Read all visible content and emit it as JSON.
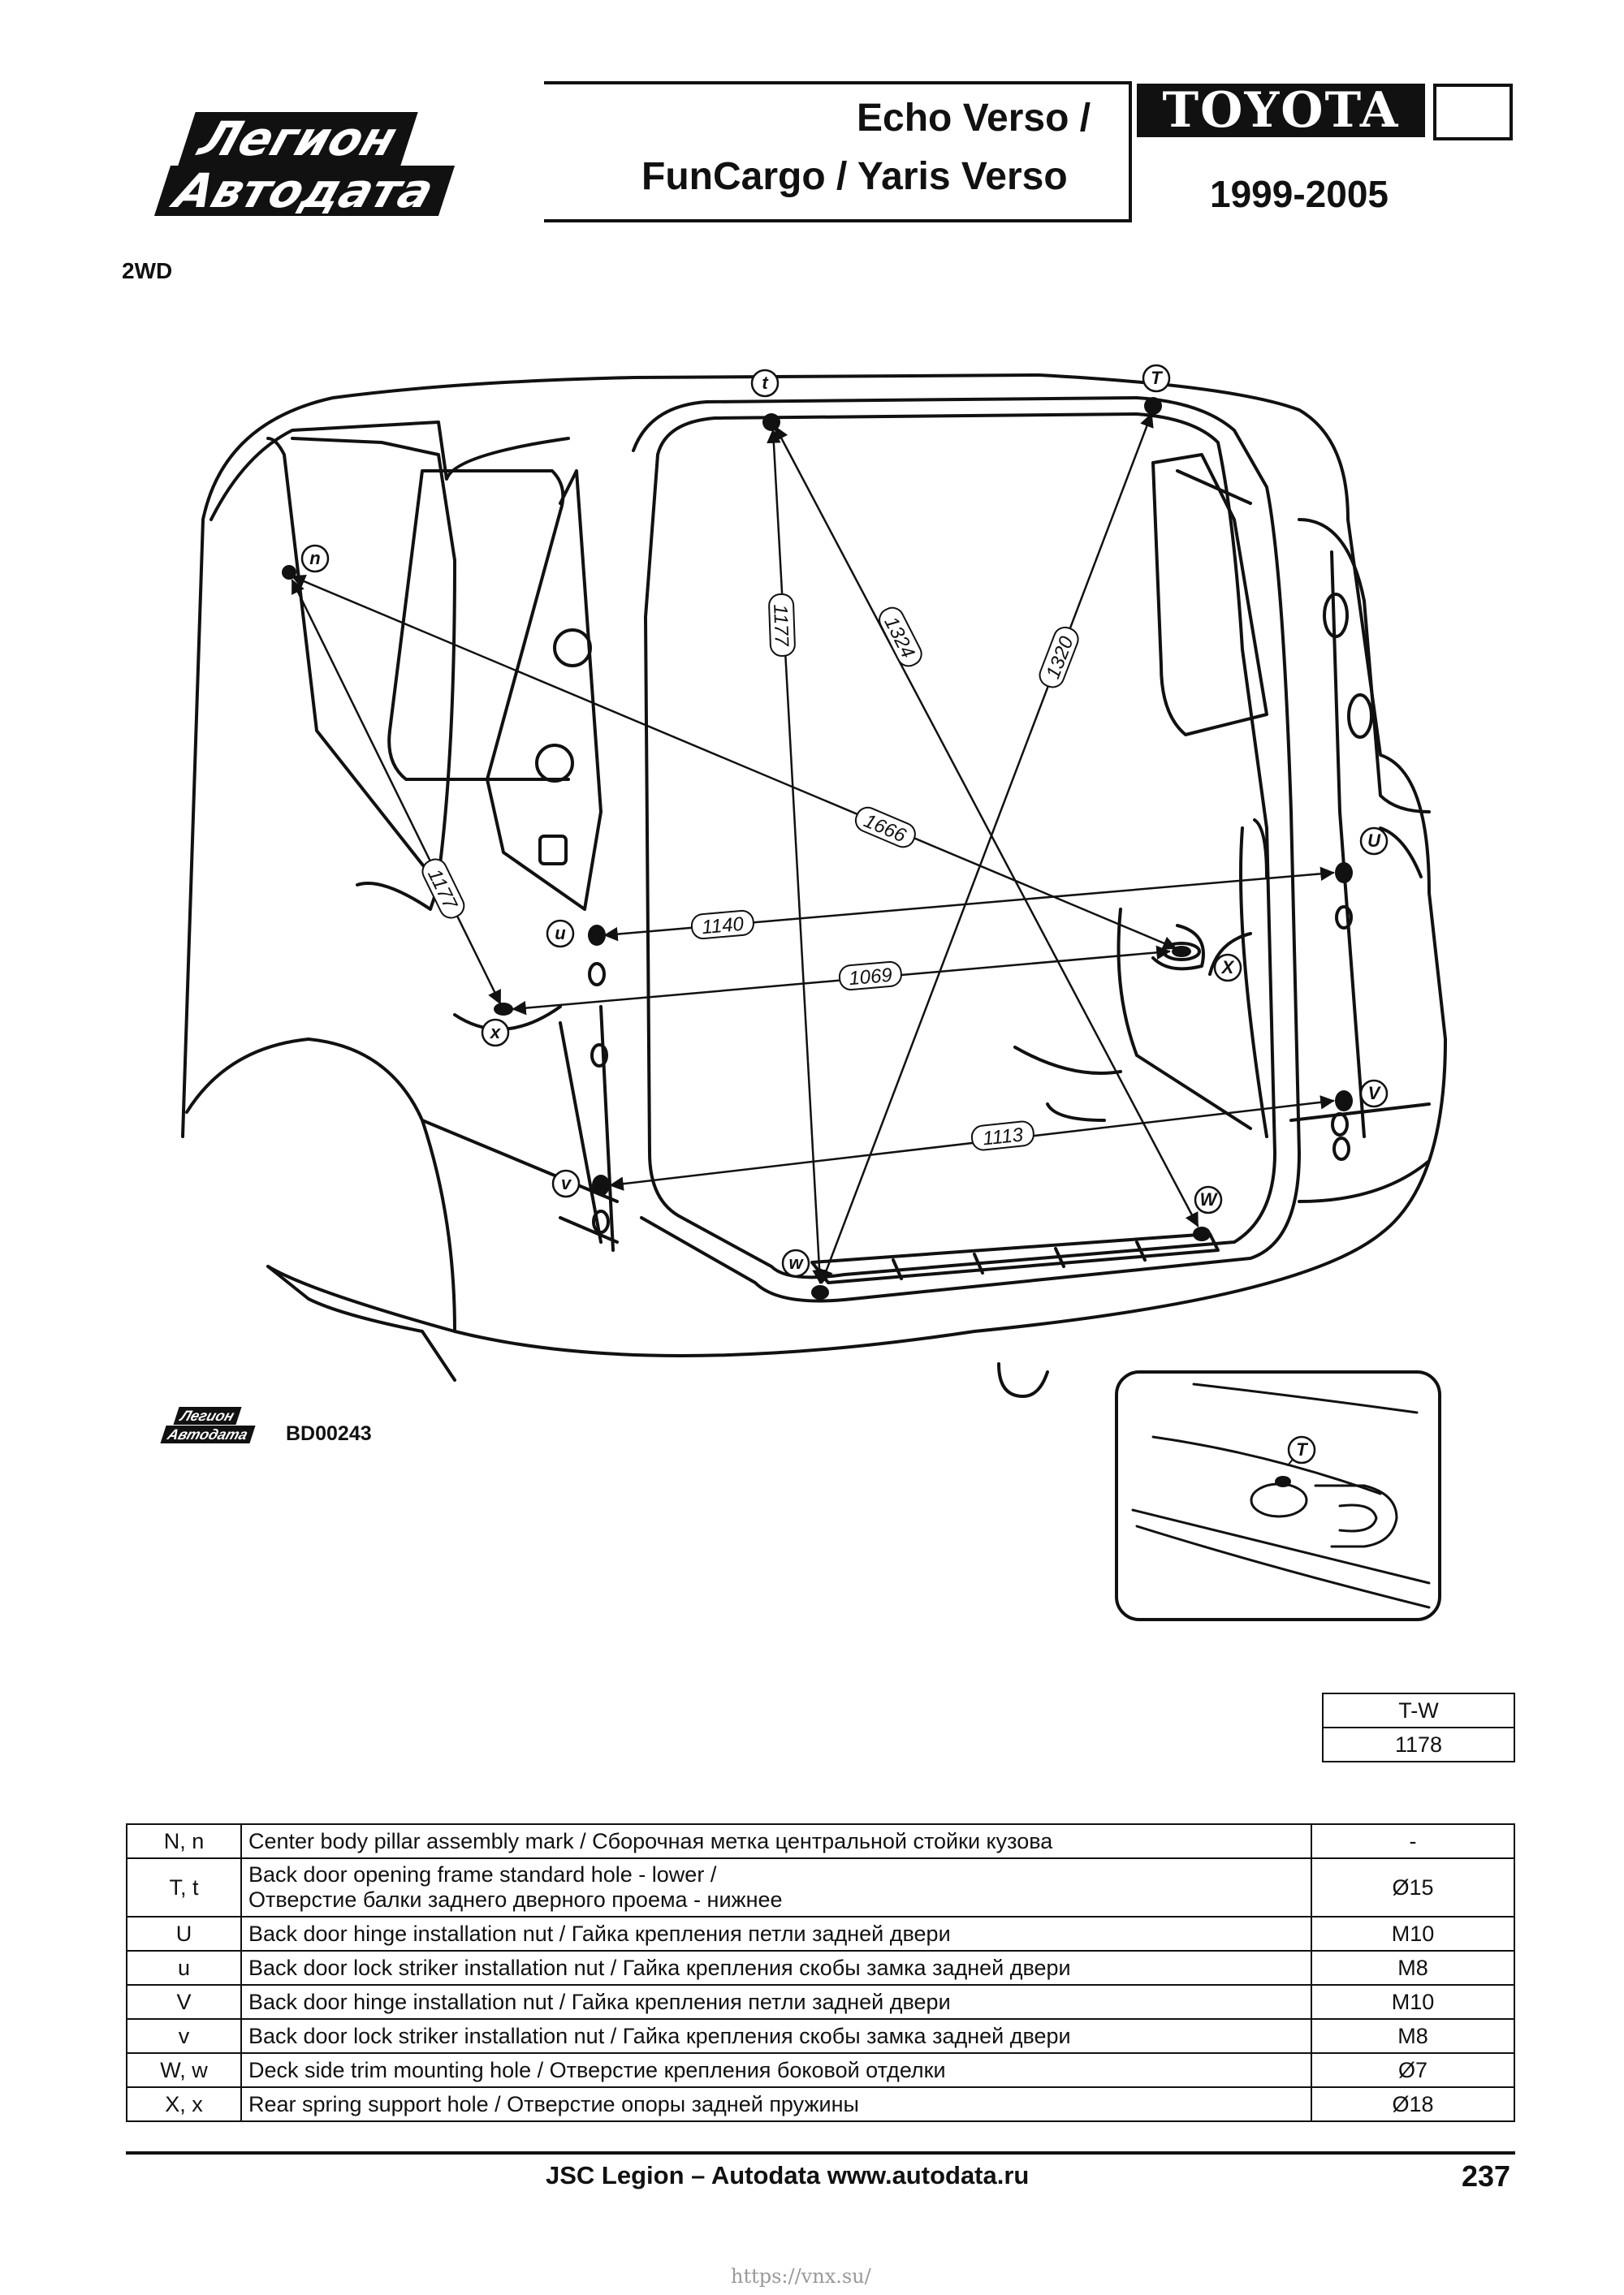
{
  "header": {
    "logo_line1": "Легион",
    "logo_line2": "Автодата",
    "model_line1": "Echo Verso /",
    "model_line2": "FunCargo / Yaris Verso",
    "brand": "TOYOTA",
    "years": "1999-2005",
    "drive": "2WD"
  },
  "diagram": {
    "figure_code": "BD00243",
    "small_logo_line1": "Легион",
    "small_logo_line2": "Автодата",
    "points": {
      "n": "n",
      "t": "t",
      "T": "T",
      "u": "u",
      "U": "U",
      "x": "x",
      "X": "X",
      "v": "v",
      "V": "V",
      "w": "w",
      "W": "W",
      "inset_T": "T"
    },
    "dimensions": {
      "d1177a": "1177",
      "d1177b": "1177",
      "d1324": "1324",
      "d1320": "1320",
      "d1666": "1666",
      "d1140": "1140",
      "d1069": "1069",
      "d1113": "1113"
    }
  },
  "tw_table": {
    "header": "T-W",
    "value": "1178"
  },
  "spec_table": {
    "rows": [
      {
        "code": "N, n",
        "desc": "Center body pillar assembly mark / Сборочная метка центральной стойки кузова",
        "desc2": "",
        "size": "-"
      },
      {
        "code": "T, t",
        "desc": "Back door opening frame standard hole - lower /",
        "desc2": "Отверстие балки заднего дверного проема - нижнее",
        "size": "Ø15"
      },
      {
        "code": "U",
        "desc": "Back door hinge installation nut / Гайка крепления петли задней двери",
        "desc2": "",
        "size": "M10"
      },
      {
        "code": "u",
        "desc": "Back door lock striker installation nut / Гайка крепления скобы замка задней двери",
        "desc2": "",
        "size": "M8"
      },
      {
        "code": "V",
        "desc": "Back door hinge installation nut / Гайка крепления петли задней двери",
        "desc2": "",
        "size": "M10"
      },
      {
        "code": "v",
        "desc": "Back door lock striker installation nut / Гайка крепления скобы замка задней двери",
        "desc2": "",
        "size": "M8"
      },
      {
        "code": "W, w",
        "desc": "Deck side trim mounting hole / Отверстие крепления боковой отделки",
        "desc2": "",
        "size": "Ø7"
      },
      {
        "code": "X, x",
        "desc": "Rear spring support hole / Отверстие опоры задней пружины",
        "desc2": "",
        "size": "Ø18"
      }
    ]
  },
  "footer": {
    "text": "JSC Legion – Autodata   www.autodata.ru",
    "page_number": "237",
    "url": "https://vnx.su/"
  }
}
